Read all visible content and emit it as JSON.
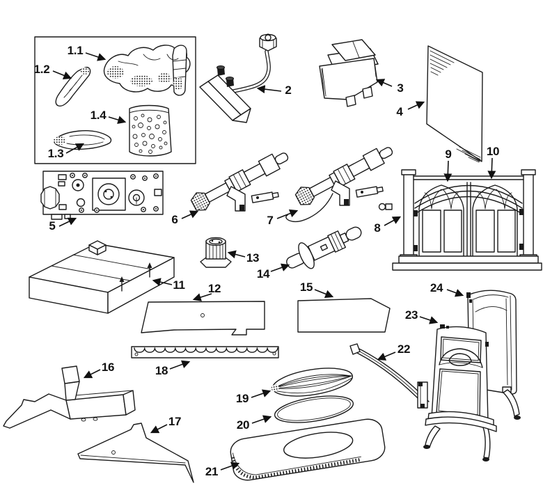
{
  "diagram": {
    "colors": {
      "background": "#ffffff",
      "line": "#1a1a1a",
      "label": "#111111"
    },
    "callouts": [
      {
        "text": "1.1"
      },
      {
        "text": "1.2"
      },
      {
        "text": "1.3"
      },
      {
        "text": "1.4"
      },
      {
        "text": "2"
      },
      {
        "text": "3"
      },
      {
        "text": "4"
      },
      {
        "text": "5"
      },
      {
        "text": "6"
      },
      {
        "text": "7"
      },
      {
        "text": "8"
      },
      {
        "text": "9"
      },
      {
        "text": "10"
      },
      {
        "text": "11"
      },
      {
        "text": "12"
      },
      {
        "text": "13"
      },
      {
        "text": "14"
      },
      {
        "text": "15"
      },
      {
        "text": "16"
      },
      {
        "text": "17"
      },
      {
        "text": "18"
      },
      {
        "text": "19"
      },
      {
        "text": "20"
      },
      {
        "text": "21"
      },
      {
        "text": "22"
      },
      {
        "text": "23"
      },
      {
        "text": "24"
      }
    ]
  }
}
